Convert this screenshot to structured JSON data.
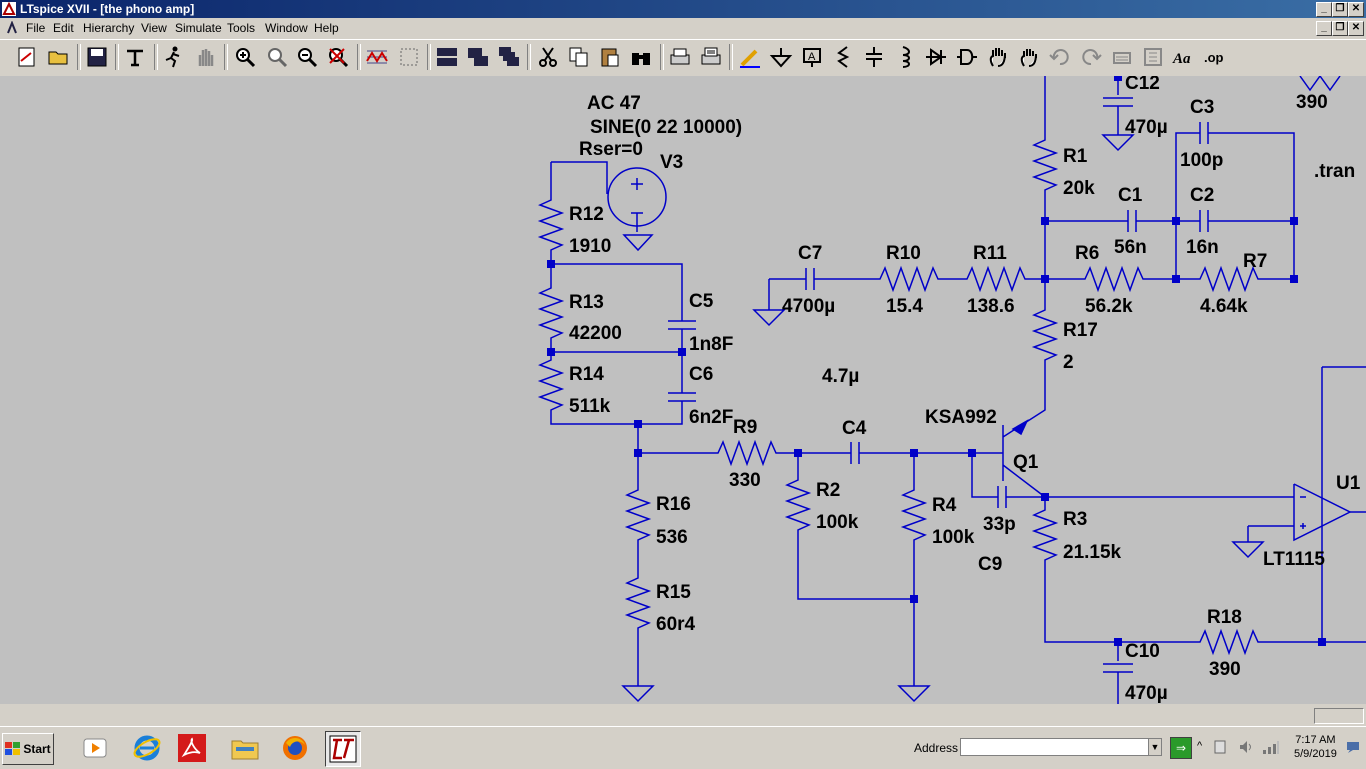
{
  "window": {
    "title": "LTspice XVII - [the phono amp]",
    "controls": [
      "_",
      "❐",
      "✕"
    ],
    "inner_controls": [
      "_",
      "❐",
      "✕"
    ]
  },
  "menu": [
    "File",
    "Edit",
    "Hierarchy",
    "View",
    "Simulate",
    "Tools",
    "Window",
    "Help"
  ],
  "toolbar_icons": [
    "new-schematic",
    "open",
    "save",
    "control-panel",
    "run",
    "halt",
    "zoom-in",
    "zoom-pan",
    "zoom-out",
    "zoom-fit",
    "waveform",
    "autorange",
    "tile-horizontal",
    "tile-vertical",
    "cascade",
    "cut",
    "copy",
    "paste",
    "find",
    "print-preview",
    "print",
    "draw-wire",
    "ground",
    "label-net",
    "resistor",
    "capacitor",
    "inductor",
    "diode",
    "component",
    "move",
    "drag",
    "undo",
    "redo",
    "rotate",
    "mirror",
    "text",
    "spice-directive"
  ],
  "schematic": {
    "labels": {
      "ac": "AC 47",
      "sine": "SINE(0 22 10000)",
      "rser": "Rser=0",
      "v3": "V3",
      "r12": "R12",
      "r12v": "1910",
      "r13": "R13",
      "r13v": "42200",
      "r14": "R14",
      "r14v": "511k",
      "c5": "C5",
      "c5v": "1n8F",
      "c6": "C6",
      "c6v": "6n2F",
      "r9": "R9",
      "r9v": "330",
      "c4": "C4",
      "c4v": "4.7µ",
      "r16": "R16",
      "r16v": "536",
      "r15": "R15",
      "r15v": "60r4",
      "r2": "R2",
      "r2v": "100k",
      "r4": "R4",
      "r4v": "100k",
      "c7": "C7",
      "c7v": "4700µ",
      "r10": "R10",
      "r10v": "15.4",
      "r11": "R11",
      "r11v": "138.6",
      "r6": "R6",
      "r6v": "56.2k",
      "r7": "R7",
      "r7v": "4.64k",
      "c1": "C1",
      "c1v": "56n",
      "c2": "C2",
      "c2v": "16n",
      "c3": "C3",
      "c3v": "100p",
      "r1": "R1",
      "r1v": "20k",
      "c12": "C12",
      "c12v": "470µ",
      "r17": "R17",
      "r17v": "2",
      "q1": "Q1",
      "q1v": "KSA992",
      "c9": "C9",
      "c9v": "33p",
      "r3": "R3",
      "r3v": "21.15k",
      "r18": "R18",
      "r18v": "390",
      "c10": "C10",
      "c10v": "470µ",
      "u1": "U1",
      "u1v": "LT1115",
      "r_top_v": "390",
      "tran": ".tran"
    }
  },
  "taskbar": {
    "start": "Start",
    "address_label": "Address",
    "address_value": "",
    "time": "7:17 AM",
    "date": "5/9/2019"
  }
}
